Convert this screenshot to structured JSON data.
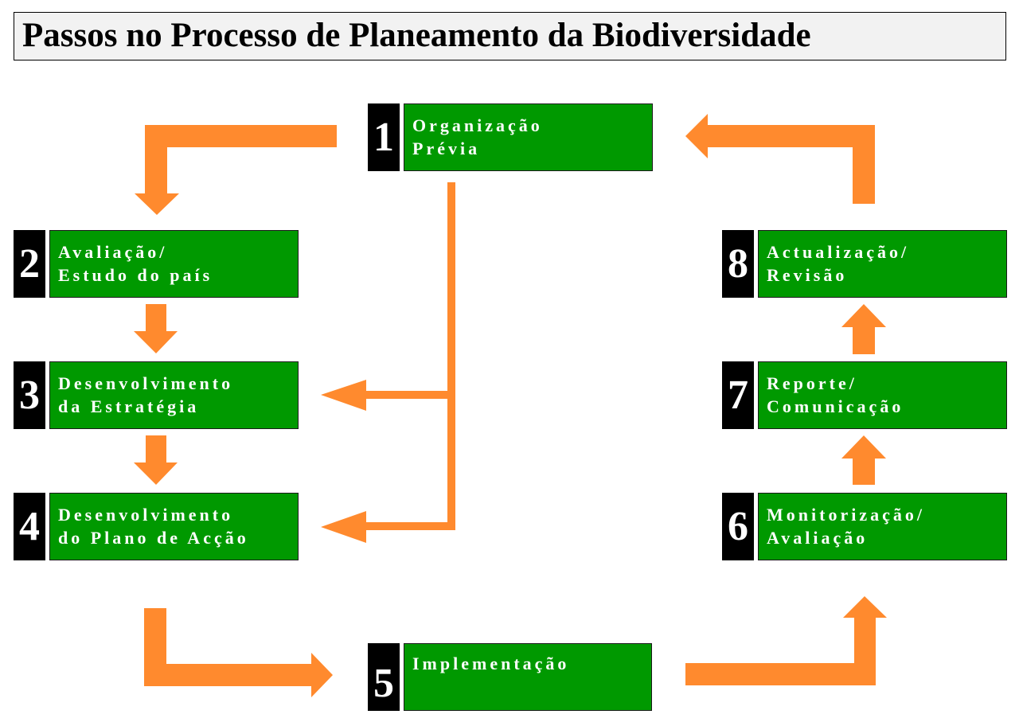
{
  "title": "Passos no Processo de Planeamento da Biodiversidade",
  "colors": {
    "step_box": "#009900",
    "number_box": "#000000",
    "arrow": "#ff8a2e",
    "title_bg": "#f2f2f2"
  },
  "steps": [
    {
      "number": "1",
      "line1": "Organização",
      "line2": "Prévia"
    },
    {
      "number": "2",
      "line1": "Avaliação/",
      "line2": "Estudo do país"
    },
    {
      "number": "3",
      "line1": "Desenvolvimento",
      "line2": "da Estratégia"
    },
    {
      "number": "4",
      "line1": "Desenvolvimento",
      "line2": "do Plano de Acção"
    },
    {
      "number": "5",
      "line1": "Implementação",
      "line2": ""
    },
    {
      "number": "6",
      "line1": "Monitorização/",
      "line2": "Avaliação"
    },
    {
      "number": "7",
      "line1": "Reporte/",
      "line2": "Comunicação"
    },
    {
      "number": "8",
      "line1": "Actualização/",
      "line2": "Revisão"
    }
  ],
  "flow": [
    {
      "from": "1",
      "to": "2"
    },
    {
      "from": "2",
      "to": "3"
    },
    {
      "from": "3",
      "to": "4"
    },
    {
      "from": "1",
      "to": "3"
    },
    {
      "from": "1",
      "to": "4"
    },
    {
      "from": "4",
      "to": "5"
    },
    {
      "from": "5",
      "to": "6"
    },
    {
      "from": "6",
      "to": "7"
    },
    {
      "from": "7",
      "to": "8"
    },
    {
      "from": "8",
      "to": "1"
    }
  ]
}
